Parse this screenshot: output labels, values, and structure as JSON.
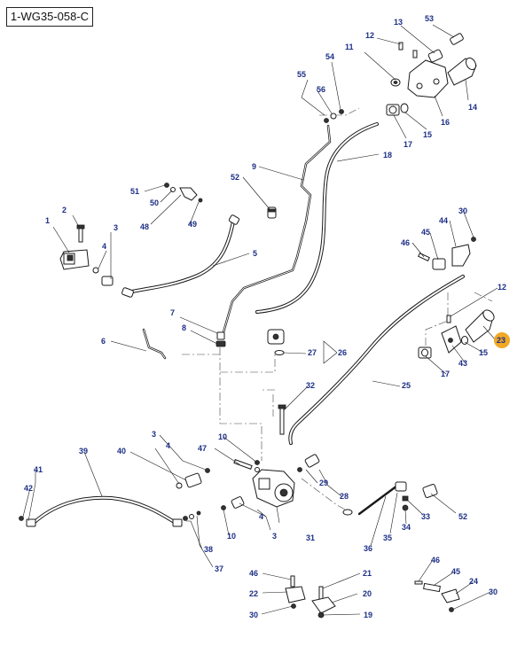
{
  "drawing_id": "1-WG35-058-C",
  "highlight_color": "#f0a825",
  "callout_color": "#1c2f86",
  "callouts": [
    "1",
    "2",
    "3",
    "4",
    "5",
    "6",
    "7",
    "8",
    "9",
    "10",
    "11",
    "12",
    "13",
    "14",
    "15",
    "16",
    "17",
    "18",
    "19",
    "20",
    "21",
    "22",
    "23",
    "24",
    "25",
    "26",
    "27",
    "28",
    "29",
    "30",
    "31",
    "32",
    "33",
    "34",
    "35",
    "36",
    "37",
    "38",
    "39",
    "40",
    "41",
    "42",
    "43",
    "44",
    "45",
    "46",
    "47",
    "48",
    "49",
    "50",
    "51",
    "52",
    "53",
    "54",
    "55",
    "56"
  ],
  "highlighted": "23"
}
